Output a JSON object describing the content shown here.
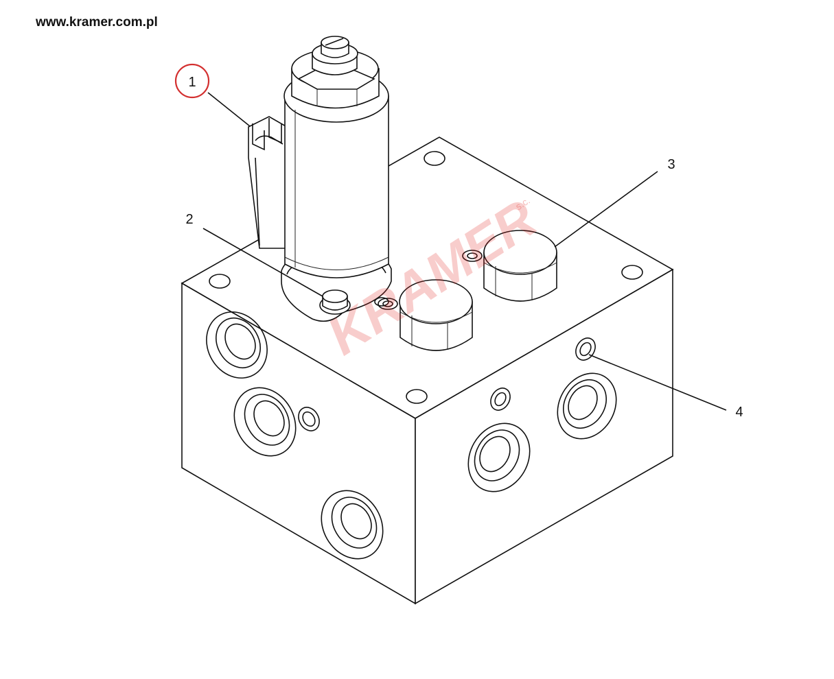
{
  "header": {
    "url": "www.kramer.com.pl"
  },
  "watermark": {
    "text": "KRAMER",
    "suffix": "s.c.",
    "color": "#e3201b"
  },
  "callouts": [
    {
      "id": "1",
      "label": "1",
      "highlighted": true,
      "highlight_color": "#d32f2f"
    },
    {
      "id": "2",
      "label": "2",
      "highlighted": false
    },
    {
      "id": "3",
      "label": "3",
      "highlighted": false
    },
    {
      "id": "4",
      "label": "4",
      "highlighted": false
    }
  ]
}
